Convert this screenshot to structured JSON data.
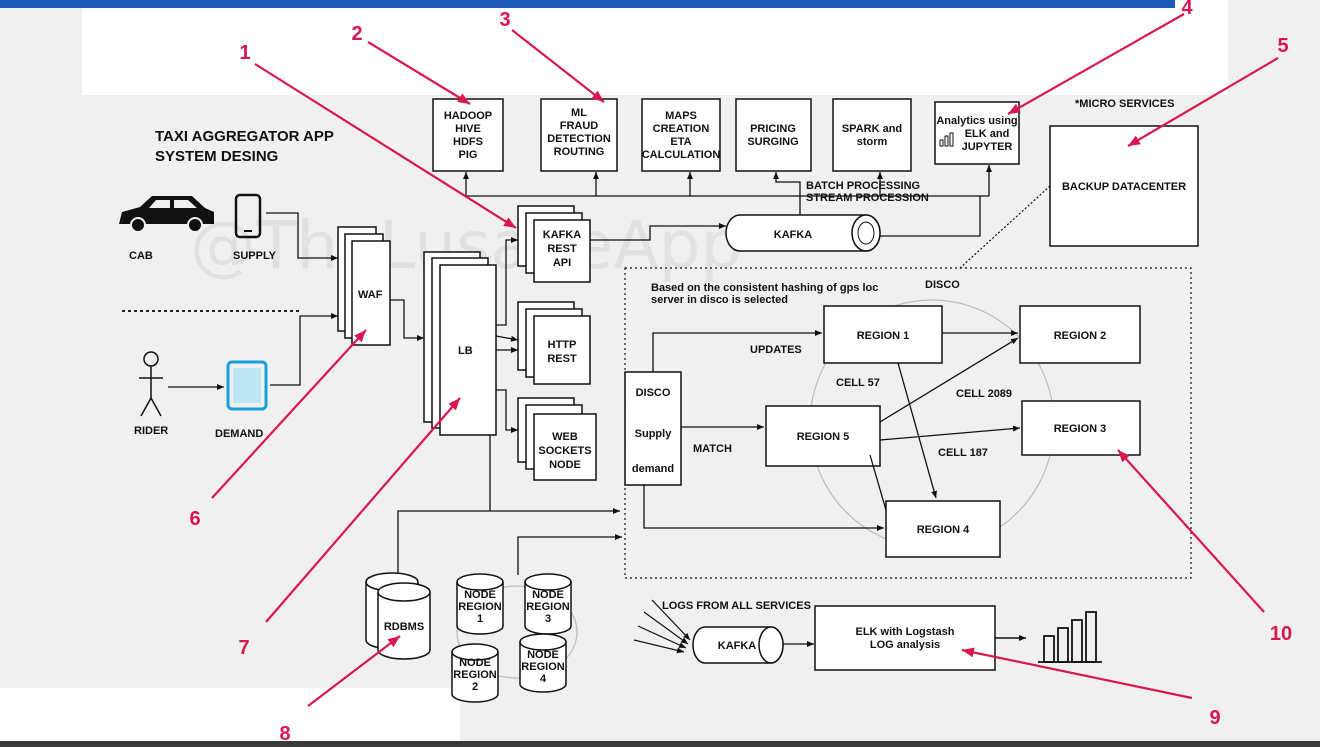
{
  "title": {
    "line1": "TAXI AGGREGATOR APP",
    "line2": "SYSTEM DESING"
  },
  "watermark": "@TheLusaneApp",
  "actors": {
    "cab": "CAB",
    "supply": "SUPPLY",
    "rider": "RIDER",
    "demand": "DEMAND"
  },
  "components": {
    "waf": "WAF",
    "lb": "LB",
    "kafka_rest": [
      "KAFKA",
      "REST",
      "API"
    ],
    "http_rest": [
      "HTTP",
      "REST"
    ],
    "web_sockets": [
      "WEB",
      "SOCKETS",
      "NODE"
    ],
    "hadoop": [
      "HADOOP",
      "HIVE",
      "HDFS",
      "PIG"
    ],
    "ml": [
      "ML",
      "FRAUD",
      "DETECTION",
      "ROUTING"
    ],
    "maps": [
      "MAPS",
      "CREATION",
      "ETA",
      "CALCULATION"
    ],
    "pricing": [
      "PRICING",
      "SURGING"
    ],
    "spark": [
      "SPARK and",
      "storm"
    ],
    "analytics": [
      "Analytics using",
      "ELK and",
      "JUPYTER"
    ],
    "micro_services": "*MICRO SERVICES",
    "backup": "BACKUP DATACENTER",
    "kafka": "KAFKA",
    "batch": "BATCH PROCESSING",
    "stream": "STREAM PROCESSION",
    "disco_title": "DISCO",
    "disco_note": [
      "Based on the  consistent hashing  of gps loc",
      "server in disco is selected"
    ],
    "disco_box": [
      "DISCO",
      "Supply",
      "demand"
    ],
    "updates": "UPDATES",
    "match": "MATCH",
    "regions": {
      "r1": "REGION 1",
      "r2": "REGION 2",
      "r3": "REGION 3",
      "r4": "REGION 4",
      "r5": "REGION 5"
    },
    "cells": {
      "c57": "CELL 57",
      "c2089": "CELL 2089",
      "c187": "CELL 187"
    },
    "rdbms": "RDBMS",
    "node_regions": [
      [
        "NODE",
        "REGION",
        "1"
      ],
      [
        "NODE",
        "REGION",
        "3"
      ],
      [
        "NODE",
        "REGION",
        "2"
      ],
      [
        "NODE",
        "REGION",
        "4"
      ]
    ],
    "logs": "LOGS  FROM ALL SERVICES",
    "kafka_logs": "KAFKA",
    "elk": [
      "ELK with Logstash",
      "LOG analysis"
    ]
  },
  "callouts": [
    "1",
    "2",
    "3",
    "4",
    "5",
    "6",
    "7",
    "8",
    "9",
    "10"
  ],
  "colors": {
    "callout": "#d8174f",
    "canvas": "#f0f0f0",
    "panel": "#ffffff",
    "top_bar": "#1e5bb8",
    "bottom_bar": "#3a3a3a",
    "tablet": "#1aa0d8"
  }
}
